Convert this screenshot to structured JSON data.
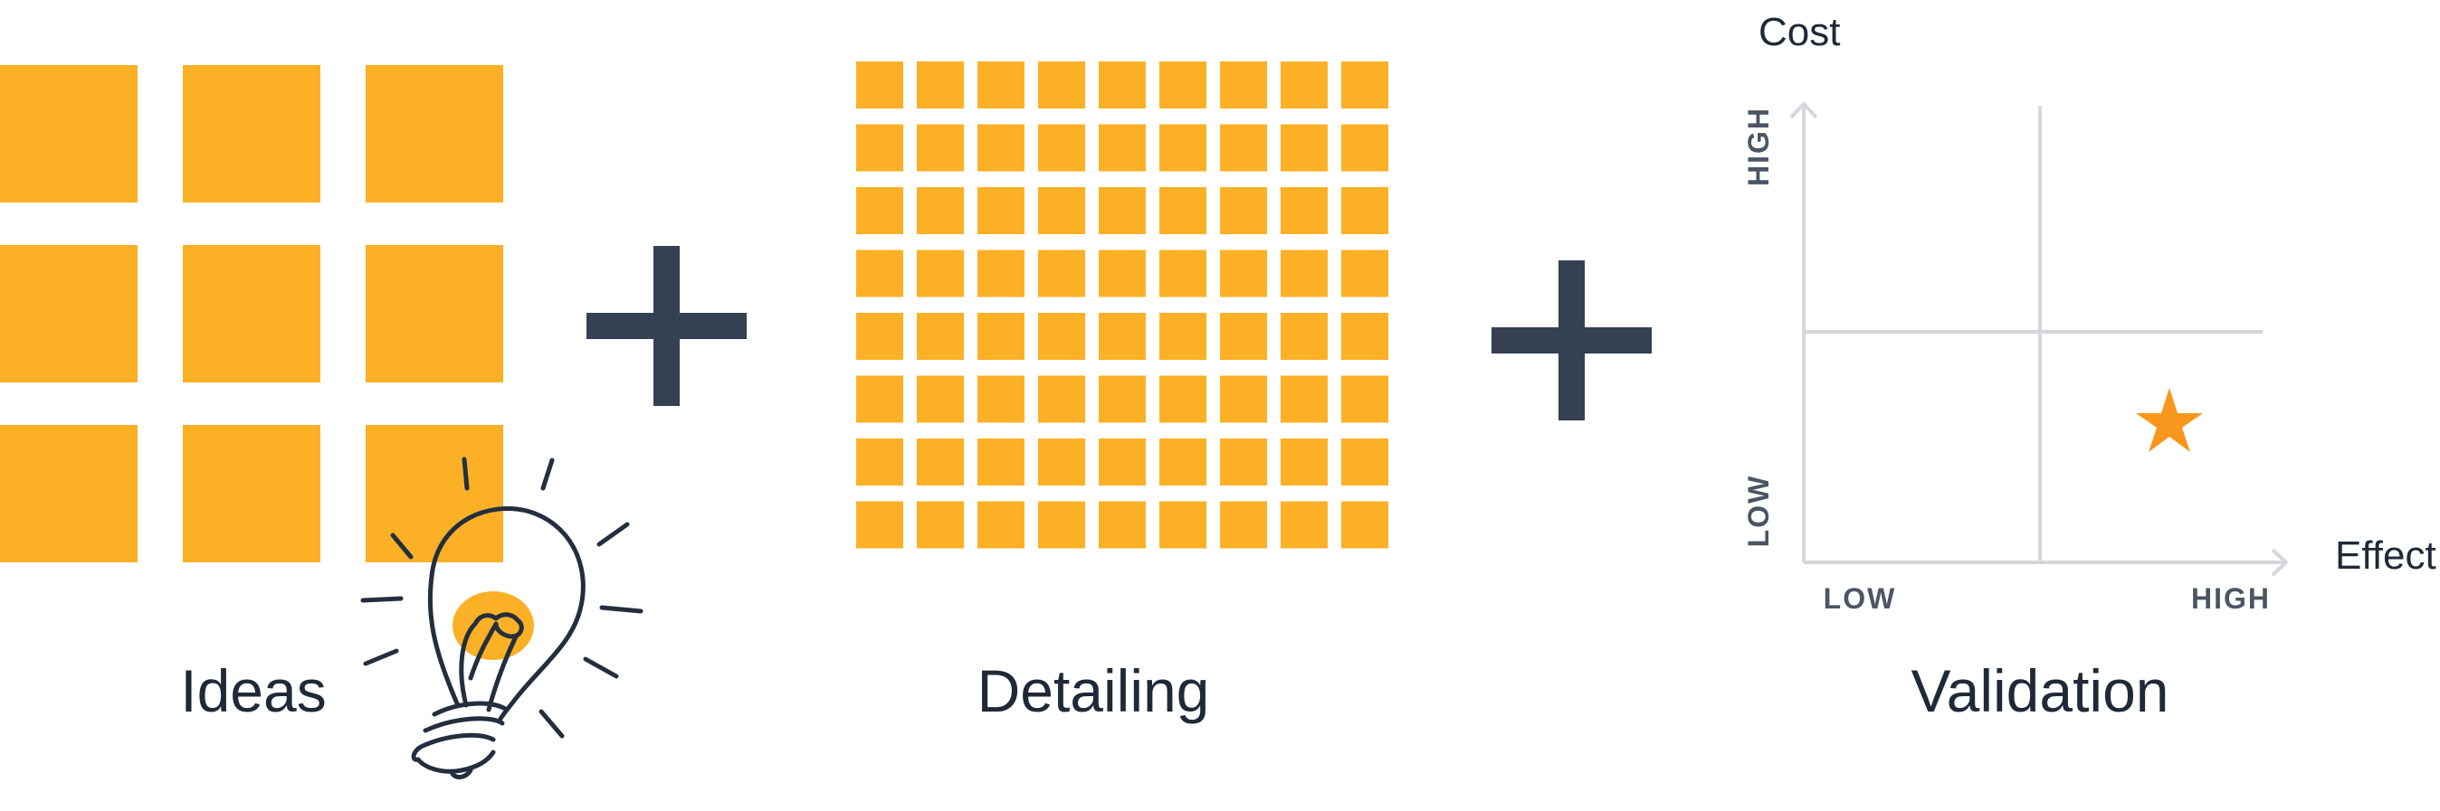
{
  "colors": {
    "square": "#fbb026",
    "plus": "#354052",
    "text": "#1f2937",
    "axis": "#d5d7db",
    "axis_label": "#4b5563",
    "star": "#f7971d",
    "bulb_stroke": "#232f3e",
    "bulb_glow": "#fbb026"
  },
  "ideas": {
    "label": "Ideas",
    "grid": {
      "rows": 3,
      "cols": 3
    },
    "icon": "lightbulb-icon"
  },
  "detailing": {
    "label": "Detailing",
    "grid": {
      "rows": 8,
      "cols": 9
    }
  },
  "validation": {
    "label": "Validation",
    "y_axis_label": "Cost",
    "x_axis_label": "Effect",
    "y_low": "LOW",
    "y_high": "HIGH",
    "x_low": "LOW",
    "x_high": "HIGH",
    "marker_icon": "star-icon"
  },
  "operators": [
    "+",
    "+"
  ]
}
